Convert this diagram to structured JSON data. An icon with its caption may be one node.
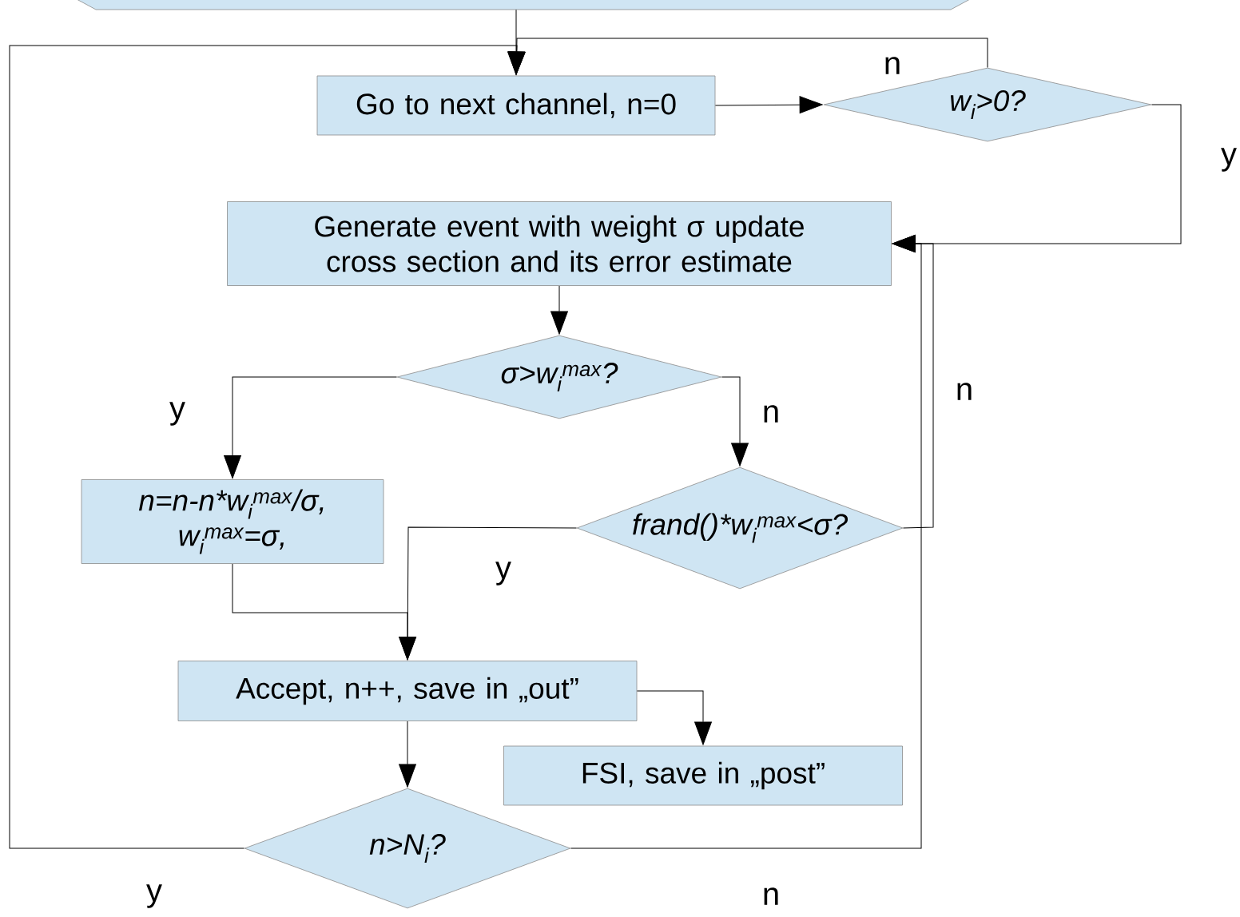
{
  "diagram": {
    "nodes": [
      {
        "text": [],
        "shape": "hexagon"
      },
      {
        "text": [
          "Go to next channel, n=0"
        ]
      },
      {
        "text": [
          "w$_{i}$>0?"
        ]
      },
      {
        "text": [
          "Generate event with weight σ update cross section and its error estimate"
        ]
      },
      {
        "text": [
          "σ>w$_{i}$$^{max}$?"
        ]
      },
      {
        "text": [
          "n=n-n*w$_{i}$$^{max}$/σ, w$_{i}$$^{max}$=σ,"
        ]
      },
      {
        "text": [
          "frand()*w$_{i}$$^{max}$<σ?"
        ]
      },
      {
        "text": [
          "Accept, n++, save in „out”"
        ]
      },
      {
        "text": [
          "FSI, save in „post”"
        ]
      },
      {
        "text": [
          "n>N$_{i}$?"
        ]
      }
    ],
    "edges": [
      {
        "from": 0,
        "to": 1,
        "arrow": "to"
      },
      {
        "from": 1,
        "to": 2,
        "arrow": "to"
      },
      {
        "from": 2,
        "to": 1,
        "arrow": "to",
        "label": "n"
      },
      {
        "from": 2,
        "to": 3,
        "arrow": "to",
        "label": "y"
      },
      {
        "from": 3,
        "to": 4,
        "arrow": "to"
      },
      {
        "from": 4,
        "to": 5,
        "arrow": "to",
        "label": "y"
      },
      {
        "from": 4,
        "to": 6,
        "arrow": "to",
        "label": "n"
      },
      {
        "from": 6,
        "to": 3,
        "arrow": "to",
        "label": "n"
      },
      {
        "from": 6,
        "to": 7,
        "arrow": "to",
        "label": "y"
      },
      {
        "from": 5,
        "to": 7,
        "arrow": "to"
      },
      {
        "from": 7,
        "to": 8,
        "arrow": "to"
      },
      {
        "from": 7,
        "to": 9,
        "arrow": "to"
      },
      {
        "from": 9,
        "to": 1,
        "arrow": "to",
        "label": "y"
      },
      {
        "from": 9,
        "to": 3,
        "arrow": "to",
        "label": "n"
      }
    ]
  }
}
